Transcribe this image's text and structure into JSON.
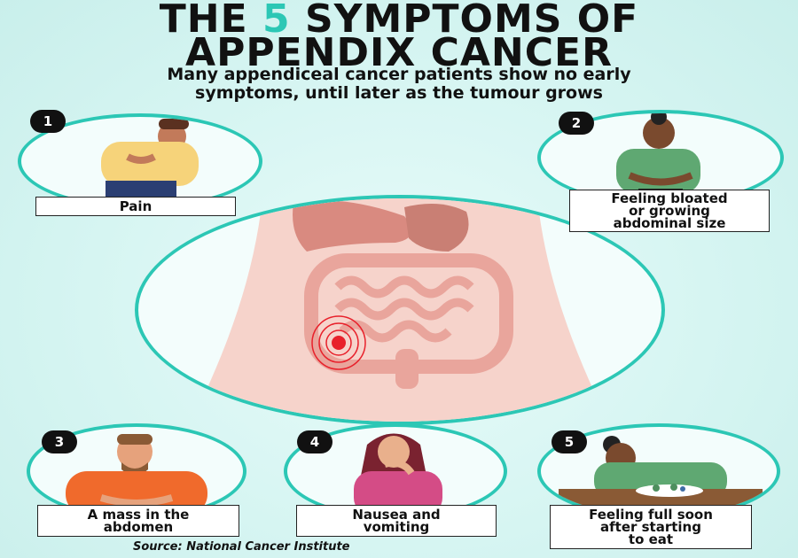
{
  "title": {
    "line1_before": "THE ",
    "line1_number": "5",
    "line1_after": " SYMPTOMS OF",
    "line2": "APPENDIX CANCER"
  },
  "subtitle": {
    "line1": "Many appendiceal cancer patients show no early",
    "line2": "symptoms, until later as the tumour grows"
  },
  "symptoms": [
    {
      "number": "1",
      "label": "Pain"
    },
    {
      "number": "2",
      "label": "Feeling bloated\nor growing\nabdominal size"
    },
    {
      "number": "3",
      "label": "A mass in the\nabdomen"
    },
    {
      "number": "4",
      "label": "Nausea and\nvomiting"
    },
    {
      "number": "5",
      "label": "Feeling full soon\nafter starting\nto eat"
    }
  ],
  "source": "Source: National Cancer Institute",
  "colors": {
    "accent": "#2cc7b5",
    "tumour": "#e8212b",
    "organ": "#e9a59c"
  }
}
